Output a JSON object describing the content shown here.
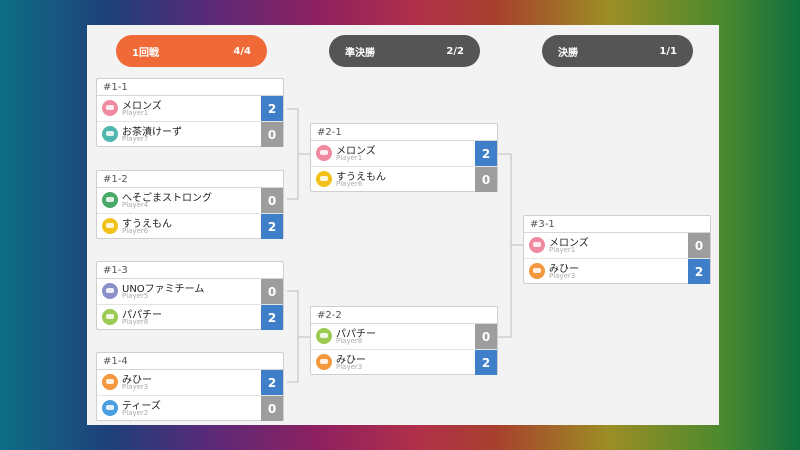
{
  "rounds": [
    {
      "title": "1回戦",
      "progress": "4/4",
      "active": true
    },
    {
      "title": "準決勝",
      "progress": "2/2",
      "active": false
    },
    {
      "title": "決勝",
      "progress": "1/1",
      "active": false
    }
  ],
  "colors": {
    "pink": "#f08aa0",
    "teal": "#4fb6b0",
    "green": "#49a968",
    "yellow": "#f2c21b",
    "purple": "#8a90c8",
    "lime": "#9bcb52",
    "orange": "#f3983e",
    "blue": "#4a9fe0"
  },
  "matches": [
    {
      "label": "#1-1",
      "players": [
        {
          "name": "メロンズ",
          "id": "Player1",
          "score": "2",
          "win": true,
          "color": "pink"
        },
        {
          "name": "お茶漬けーず",
          "id": "Player7",
          "score": "0",
          "win": false,
          "color": "teal"
        }
      ]
    },
    {
      "label": "#1-2",
      "players": [
        {
          "name": "へそごまストロング",
          "id": "Player4",
          "score": "0",
          "win": false,
          "color": "green"
        },
        {
          "name": "すうえもん",
          "id": "Player6",
          "score": "2",
          "win": true,
          "color": "yellow"
        }
      ]
    },
    {
      "label": "#1-3",
      "players": [
        {
          "name": "UNOファミチーム",
          "id": "Player5",
          "score": "0",
          "win": false,
          "color": "purple"
        },
        {
          "name": "パパチー",
          "id": "Player8",
          "score": "2",
          "win": true,
          "color": "lime"
        }
      ]
    },
    {
      "label": "#1-4",
      "players": [
        {
          "name": "みひー",
          "id": "Player3",
          "score": "2",
          "win": true,
          "color": "orange"
        },
        {
          "name": "ティーズ",
          "id": "Player2",
          "score": "0",
          "win": false,
          "color": "blue"
        }
      ]
    },
    {
      "label": "#2-1",
      "players": [
        {
          "name": "メロンズ",
          "id": "Player1",
          "score": "2",
          "win": true,
          "color": "pink"
        },
        {
          "name": "すうえもん",
          "id": "Player6",
          "score": "0",
          "win": false,
          "color": "yellow"
        }
      ]
    },
    {
      "label": "#2-2",
      "players": [
        {
          "name": "パパチー",
          "id": "Player8",
          "score": "0",
          "win": false,
          "color": "lime"
        },
        {
          "name": "みひー",
          "id": "Player3",
          "score": "2",
          "win": true,
          "color": "orange"
        }
      ]
    },
    {
      "label": "#3-1",
      "players": [
        {
          "name": "メロンズ",
          "id": "Player1",
          "score": "0",
          "win": false,
          "color": "pink"
        },
        {
          "name": "みひー",
          "id": "Player3",
          "score": "2",
          "win": true,
          "color": "orange"
        }
      ]
    }
  ]
}
